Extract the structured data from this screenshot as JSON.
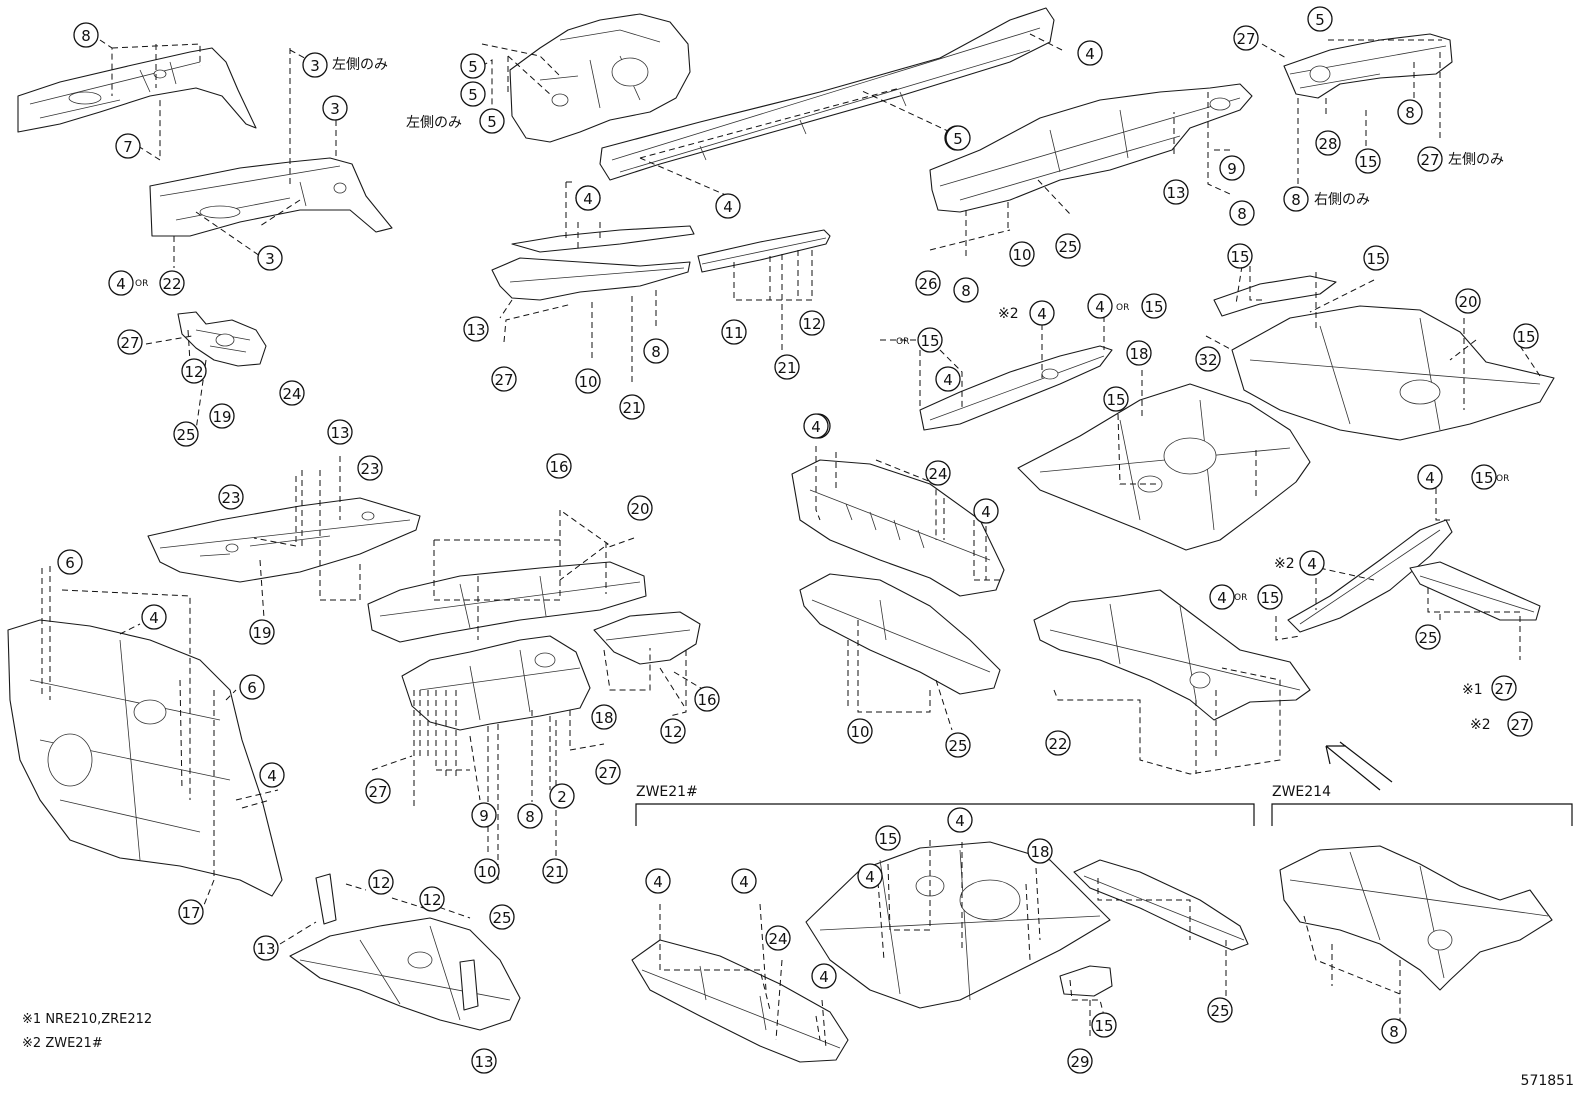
{
  "diagram": {
    "part_number": "571851",
    "group_labels": {
      "zwe21": "ZWE21#",
      "zwe214": "ZWE214"
    },
    "texts": {
      "left_only": "左側のみ",
      "right_only": "右側のみ",
      "or": "OR",
      "mark": "※2",
      "mark1": "※1"
    },
    "notes": [
      {
        "mark": "※1",
        "text": "NRE210,ZRE212"
      },
      {
        "mark": "※2",
        "text": "ZWE21#"
      }
    ],
    "callouts": [
      "8",
      "3",
      "3",
      "7",
      "3",
      "4",
      "22",
      "27",
      "12",
      "19",
      "25",
      "5",
      "5",
      "5",
      "4",
      "5",
      "4",
      "5",
      "4",
      "13",
      "27",
      "10",
      "8",
      "21",
      "11",
      "12",
      "21",
      "4",
      "13",
      "9",
      "8",
      "26",
      "8",
      "10",
      "25",
      "5",
      "27",
      "28",
      "15",
      "8",
      "27",
      "8",
      "24",
      "13",
      "23",
      "23",
      "19",
      "16",
      "20",
      "12",
      "16",
      "18",
      "27",
      "27",
      "9",
      "8",
      "2",
      "21",
      "10",
      "25",
      "6",
      "4",
      "6",
      "4",
      "17",
      "12",
      "13",
      "12",
      "13",
      "4",
      "4",
      "4",
      "15",
      "4",
      "15",
      "18",
      "15",
      "20",
      "15",
      "32",
      "15",
      "15",
      "4",
      "24",
      "4",
      "10",
      "25",
      "22",
      "4",
      "15",
      "4",
      "4",
      "15",
      "25",
      "27",
      "27",
      "4",
      "4",
      "24",
      "4",
      "15",
      "4",
      "4",
      "18",
      "15",
      "25",
      "29",
      "8"
    ]
  }
}
